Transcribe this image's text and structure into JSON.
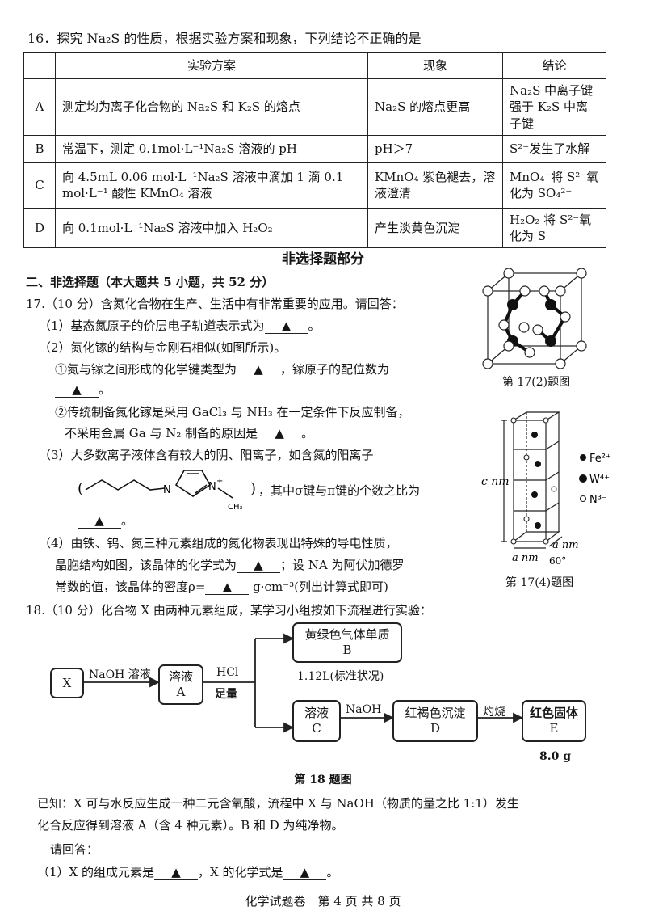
{
  "q16": {
    "title": "16．探究 Na₂S 的性质，根据实验方案和现象，下列结论不正确的是",
    "headers": [
      "实验方案",
      "现象",
      "结论"
    ],
    "rows": [
      {
        "opt": "A",
        "plan": "测定均为离子化合物的 Na₂S 和 K₂S 的熔点",
        "phenomenon": "Na₂S 的熔点更高",
        "conclusion": "Na₂S 中离子键强于 K₂S 中离子键"
      },
      {
        "opt": "B",
        "plan": "常温下，测定 0.1mol·L⁻¹Na₂S 溶液的 pH",
        "phenomenon": "pH＞7",
        "conclusion": "S²⁻发生了水解"
      },
      {
        "opt": "C",
        "plan": "向 4.5mL 0.06 mol·L⁻¹Na₂S 溶液中滴加 1 滴 0.1 mol·L⁻¹ 酸性 KMnO₄ 溶液",
        "phenomenon": "KMnO₄ 紫色褪去，溶液澄清",
        "conclusion": "MnO₄⁻将 S²⁻氧化为 SO₄²⁻"
      },
      {
        "opt": "D",
        "plan": "向 0.1mol·L⁻¹Na₂S 溶液中加入 H₂O₂",
        "phenomenon": "产生淡黄色沉淀",
        "conclusion": "H₂O₂ 将 S²⁻氧化为 S"
      }
    ]
  },
  "section_title": "非选择题部分",
  "part2": "二、非选择题（本大题共 5 小题，共 52 分）",
  "q17": {
    "stem": "17.（10 分）含氮化合物在生产、生活中有非常重要的应用。请回答：",
    "p1": "（1）基态氮原子的价层电子轨道表示式为",
    "p2": "（2）氮化镓的结构与金刚石相似(如图所示)。",
    "p2_1a": "①氮与镓之间形成的化学键类型为",
    "p2_1b": "，镓原子的配位数为",
    "p2_2a": "②传统制备氮化镓是采用 GaCl₃ 与 NH₃ 在一定条件下反应制备，",
    "p2_2b": "不采用金属 Ga 与 N₂ 制备的原因是",
    "p3a": "（3）大多数离子液体含有较大的阴、阳离子，如含氮的阳离子",
    "p3b": "，其中σ键与π键的个数之比为",
    "p4a": "（4）由铁、钨、氮三种元素组成的氮化物表现出特殊的导电性质，",
    "p4b": "晶胞结构如图，该晶体的化学式为",
    "p4c": "；设 NA 为阿伏加德罗",
    "p4d": "常数的值，该晶体的密度ρ=",
    "p4e": "g·cm⁻³(列出计算式即可)",
    "fig1_caption": "第 17(2)题图",
    "fig2_caption": "第 17(4)题图",
    "legend": [
      "Fe²⁺",
      "W⁴⁺",
      "N³⁻"
    ],
    "dim_c": "c nm",
    "dim_a1": "a nm",
    "dim_a2": "a nm",
    "angle": "60°",
    "ion_label_n": "N",
    "ion_label_ch3": "CH₃",
    "ion_plus": "+",
    "paren_open": "(",
    "paren_close": ")"
  },
  "blank": "▲",
  "period": "。",
  "q18": {
    "stem": "18.（10 分）化合物 X 由两种元素组成，某学习小组按如下流程进行实验：",
    "flow": {
      "x": "X",
      "naoh1": "NaOH 溶液",
      "a_line1": "溶液",
      "a_line2": "A",
      "hcl1": "HCl",
      "hcl2": "足量",
      "b_line1": "黄绿色气体单质",
      "b_line2": "B",
      "b_note": "1.12L(标准状况)",
      "c_line1": "溶液",
      "c_line2": "C",
      "naoh2": "NaOH",
      "d_line1": "红褐色沉淀",
      "d_line2": "D",
      "burn": "灼烧",
      "e_line1": "红色固体",
      "e_line2": "E",
      "e_note": "8.0 g"
    },
    "fig_caption": "第 18 题图",
    "known1": "已知：X 可与水反应生成一种二元含氧酸，流程中 X 与 NaOH（物质的量之比 1:1）发生",
    "known2": "化合反应得到溶液 A（含 4 种元素）。B 和 D 为纯净物。",
    "ask": "请回答：",
    "p1a": "（1）X 的组成元素是",
    "p1b": "，X 的化学式是"
  },
  "footer": "化学试题卷　第 4 页 共 8 页"
}
